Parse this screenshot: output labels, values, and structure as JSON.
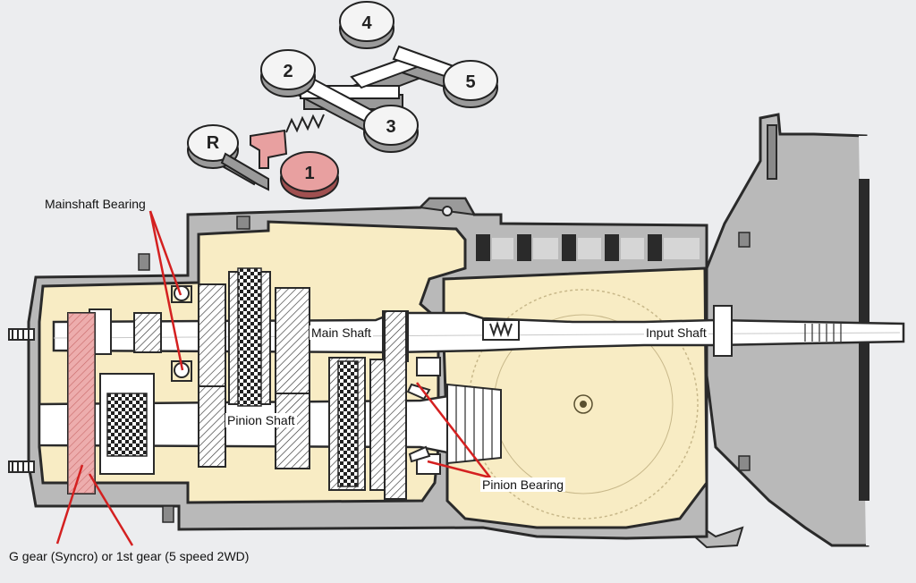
{
  "shift_pattern": {
    "gates": [
      "R",
      "1",
      "2",
      "3",
      "4",
      "5"
    ],
    "highlighted_gate": "1"
  },
  "labels": {
    "mainshaft_bearing": "Mainshaft Bearing",
    "main_shaft": "Main Shaft",
    "input_shaft": "Input Shaft",
    "pinion_shaft": "Pinion Shaft",
    "pinion_bearing": "Pinion Bearing",
    "g_gear": "G gear (Syncro) or 1st gear (5 speed 2WD)"
  },
  "colors": {
    "background": "#ecedef",
    "case_fill": "#f8ecc4",
    "housing_gray": "#b9b9b9",
    "outline": "#2a2a2a",
    "highlight_red": "#e8a0a0",
    "callout_red": "#d42020"
  }
}
